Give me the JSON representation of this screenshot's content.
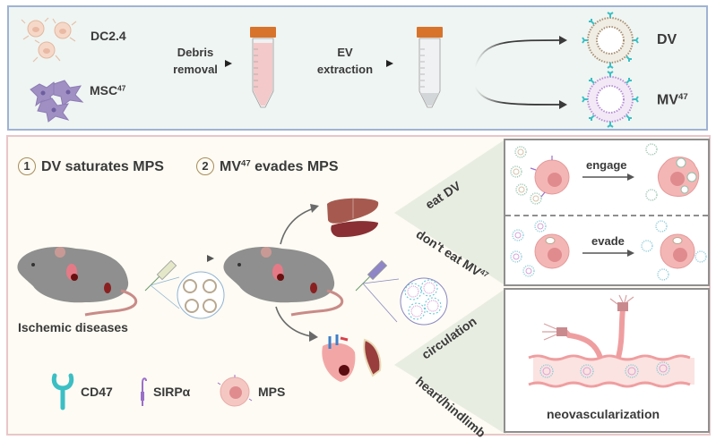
{
  "top_panel": {
    "sources": [
      {
        "label": "DC2.4",
        "sup": ""
      },
      {
        "label": "MSC",
        "sup": "47"
      }
    ],
    "step1": {
      "line1": "Debris",
      "line2": "removal"
    },
    "step2": {
      "line1": "EV",
      "line2": "extraction"
    },
    "products": [
      {
        "label": "DV",
        "sup": ""
      },
      {
        "label": "MV",
        "sup": "47"
      }
    ]
  },
  "bottom_panel": {
    "headings": [
      {
        "num": "1",
        "text": "DV saturates MPS",
        "sup": "",
        "tail": ""
      },
      {
        "num": "2",
        "text": "MV",
        "sup": "47",
        "tail": " evades MPS"
      }
    ],
    "mouse_label": "Ischemic diseases",
    "branch_labels": {
      "eat_dv": "eat DV",
      "dont_eat": "don't eat MV",
      "dont_eat_sup": "47",
      "circulation": "circulation",
      "heart": "heart/hindlimb"
    },
    "mps_box": {
      "engage": "engage",
      "evade": "evade"
    },
    "neo_box": {
      "label": "neovascularization"
    },
    "legend": [
      {
        "icon": "cd47-icon",
        "label": "CD47"
      },
      {
        "icon": "sirpa-icon",
        "label": "SIRPα"
      },
      {
        "icon": "mps-cell-icon",
        "label": "MPS"
      }
    ]
  },
  "colors": {
    "top_bg": "#eff5f2",
    "top_border": "#9fb3d3",
    "bottom_bg": "#fdfbf3",
    "bottom_border": "#e9c6c9",
    "cd47": "#3bbfc4",
    "sirpa": "#9b6fc9",
    "mps": "#f2b5b3",
    "tube_cap": "#d8732c"
  }
}
